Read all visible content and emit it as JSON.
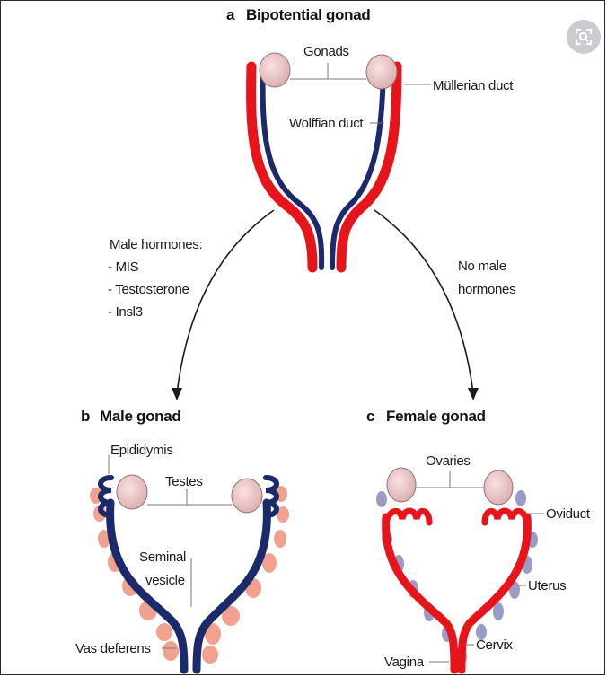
{
  "panel_a": {
    "letter": "a",
    "title": "Bipotential gonad",
    "gonads": "Gonads",
    "mullerian": "Müllerian duct",
    "wolffian": "Wolffian duct"
  },
  "middle": {
    "male_line1": "Male hormones:",
    "male_line2": "- MIS",
    "male_line3": "- Testosterone",
    "male_line4": "- Insl3",
    "female_line1": "No male",
    "female_line2": "hormones"
  },
  "panel_b": {
    "letter": "b",
    "title": "Male gonad",
    "epididymis": "Epididymis",
    "testes": "Testes",
    "seminal_line1": "Seminal",
    "seminal_line2": "vesicle",
    "vas": "Vas deferens"
  },
  "panel_c": {
    "letter": "c",
    "title": "Female gonad",
    "ovaries": "Ovaries",
    "oviduct": "Oviduct",
    "uterus": "Uterus",
    "cervix": "Cervix",
    "vagina": "Vagina"
  },
  "colors": {
    "red_duct": "#e8141c",
    "blue_duct": "#1b2a6b",
    "gonad_fill": "#ecc6c6",
    "gonad_stroke": "#8e7272",
    "salmon": "#f0a28f",
    "lavender": "#9a9cc8",
    "lens_bg": "#c9ccd0"
  },
  "icons": {
    "lens": "image-search-icon"
  }
}
